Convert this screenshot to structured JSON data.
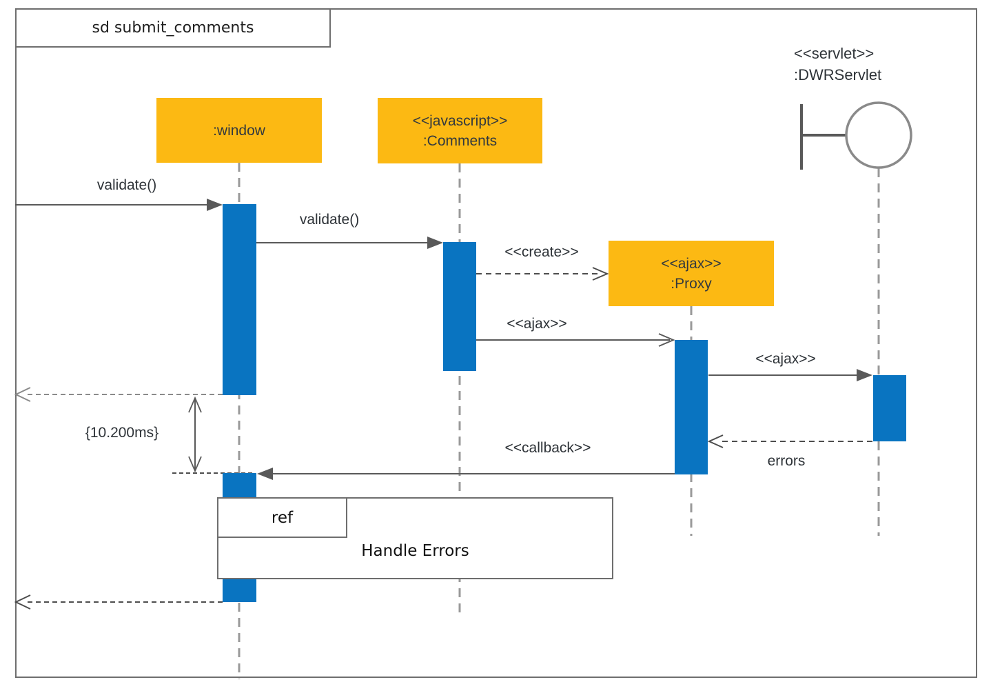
{
  "frame": {
    "title": "sd submit_comments"
  },
  "actors": [
    {
      "stereotype": "",
      "name": ":window"
    },
    {
      "stereotype": "<<javascript>>",
      "name": ":Comments"
    },
    {
      "stereotype": "<<ajax>>",
      "name": ":Proxy"
    },
    {
      "stereotype": "<<servlet>>",
      "name": ":DWRServlet"
    }
  ],
  "messages": [
    {
      "label": "validate()",
      "kind": "sync-found"
    },
    {
      "label": "validate()",
      "kind": "sync"
    },
    {
      "label": "<<create>>",
      "kind": "create-dashed"
    },
    {
      "label": "<<ajax>>",
      "kind": "async-open"
    },
    {
      "label": "<<ajax>>",
      "kind": "sync"
    },
    {
      "label": "errors",
      "kind": "return-dashed"
    },
    {
      "label": "<<callback>>",
      "kind": "sync"
    }
  ],
  "fragment": {
    "operator": "ref",
    "name": "Handle Errors"
  },
  "duration_constraint": "{10.200ms}",
  "colors": {
    "actor_fill": "#fcb913",
    "activation_fill": "#0974c1",
    "message_line": "#595959",
    "lifeline": "#999999",
    "frame_border": "#6e6e6e",
    "text": "#2e3338"
  }
}
